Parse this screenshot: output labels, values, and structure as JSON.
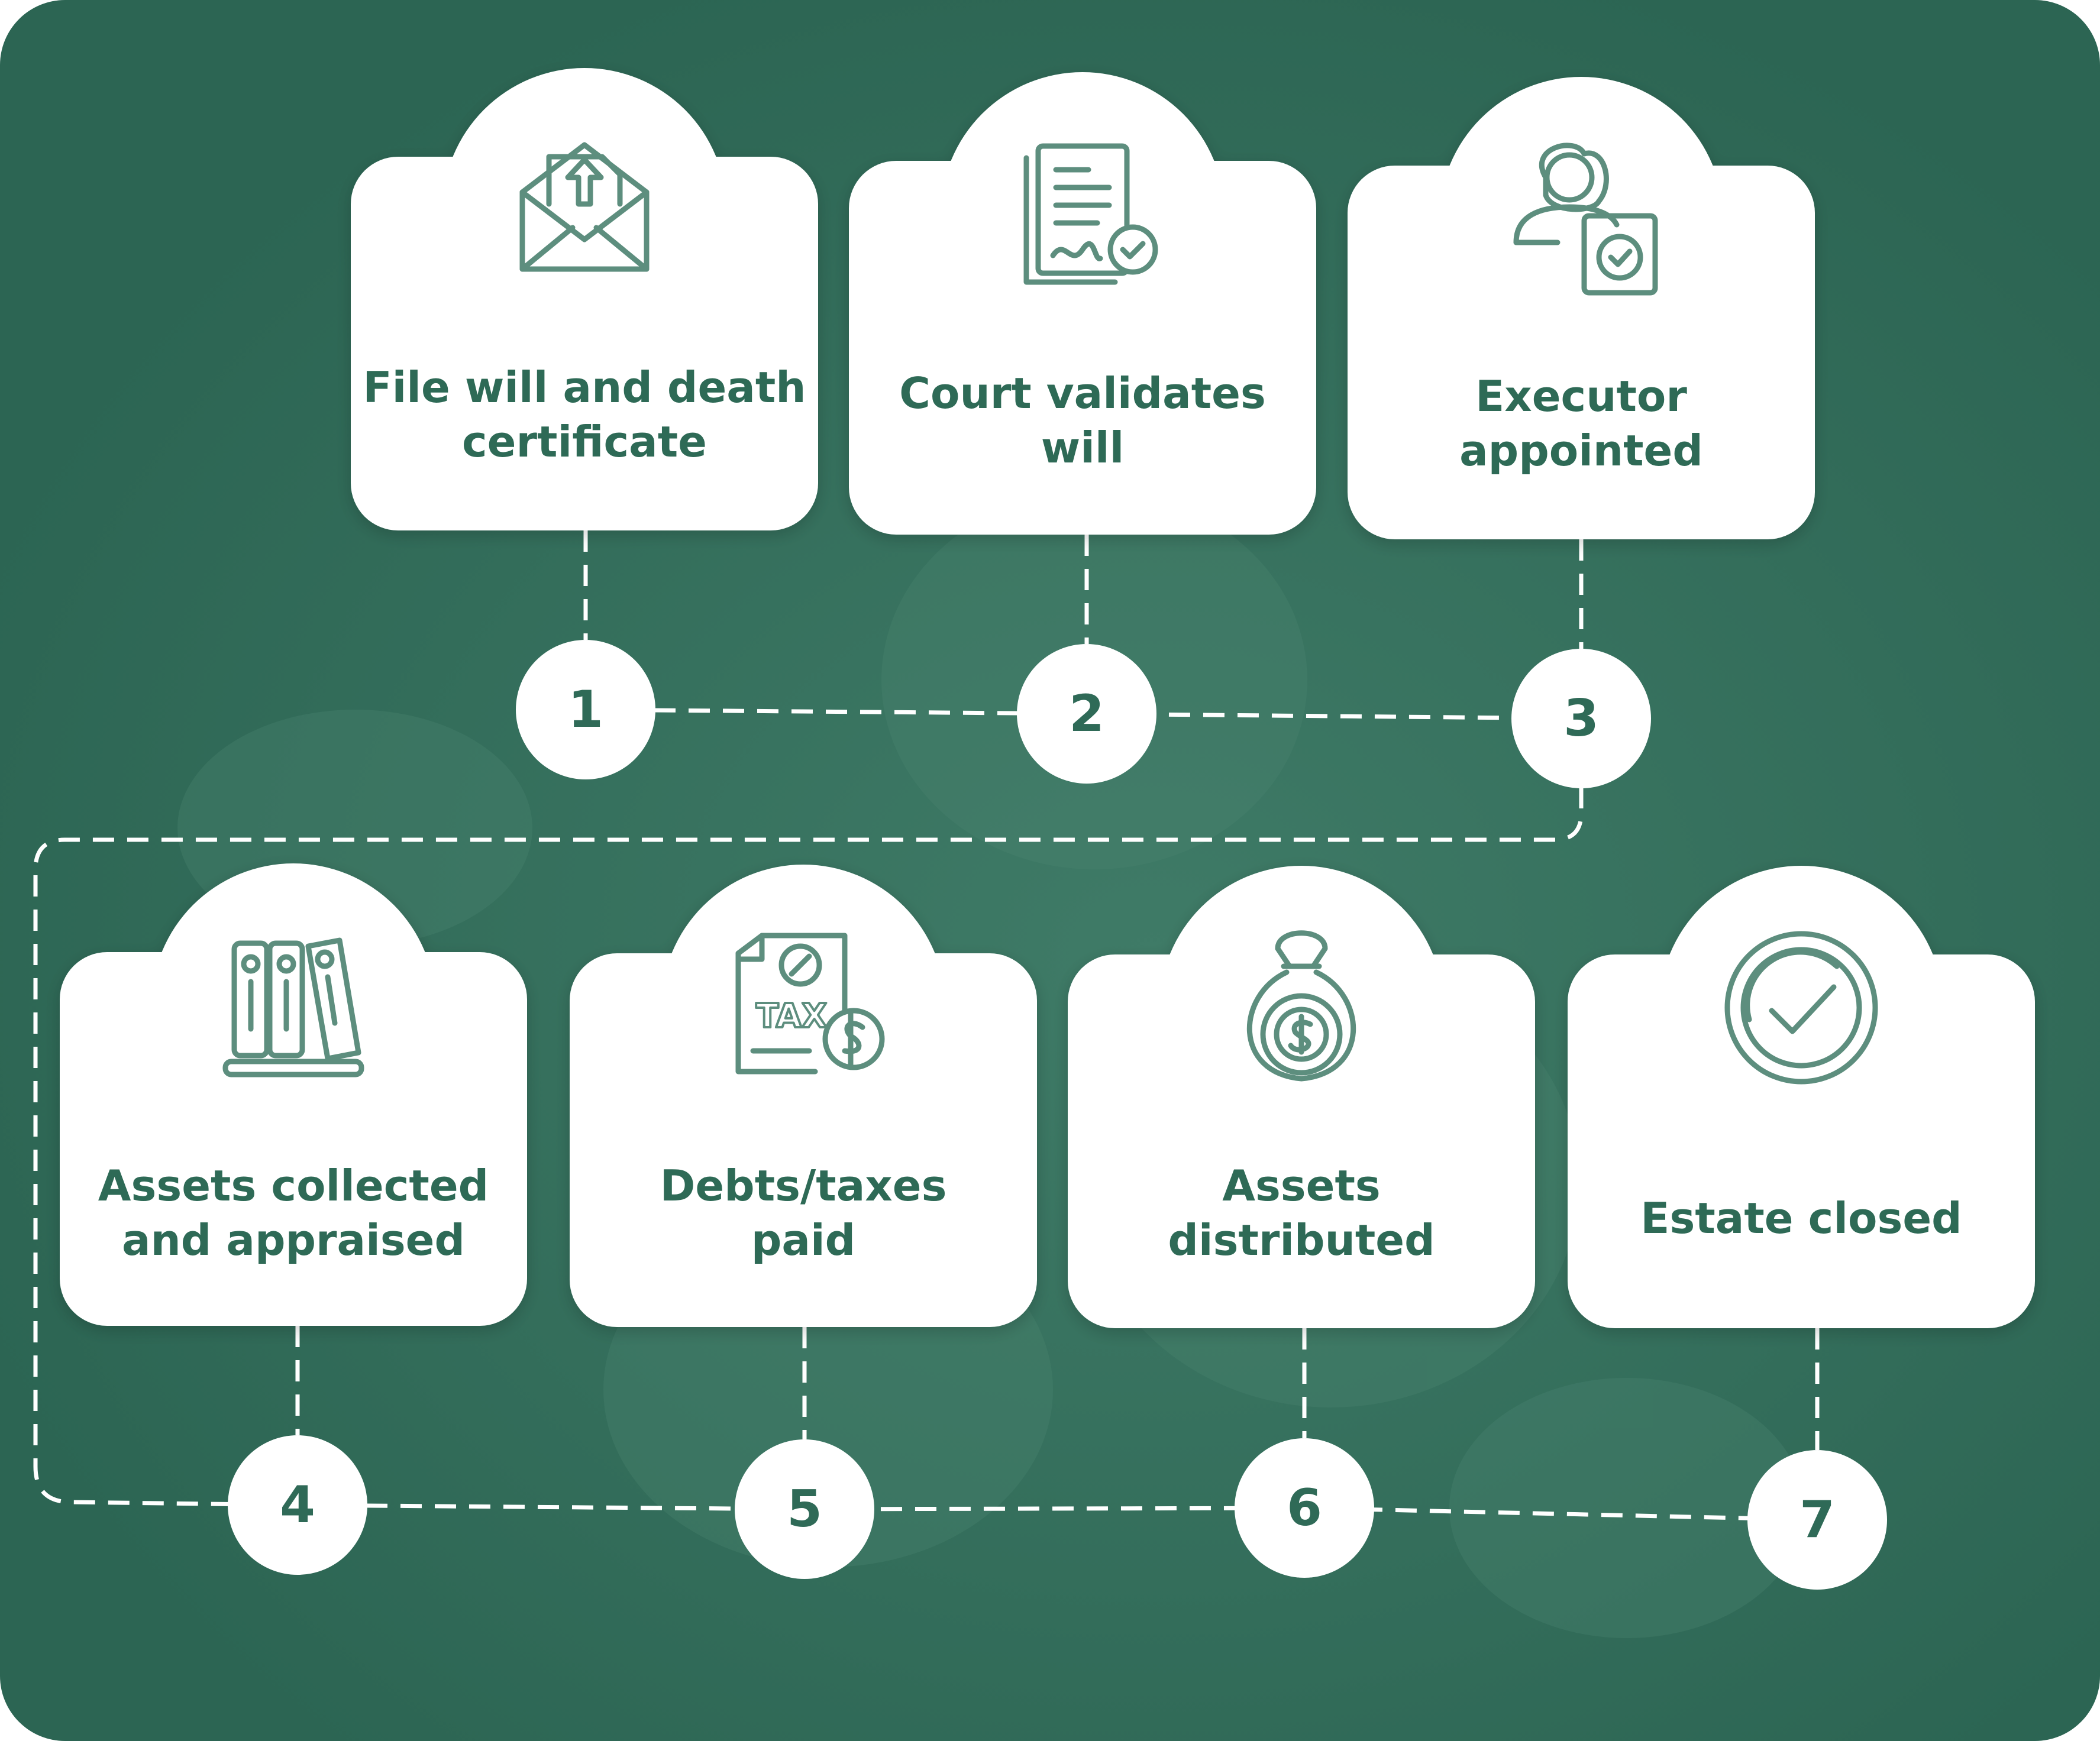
{
  "colors": {
    "background": "#2f6a57",
    "card": "#ffffff",
    "accent_text": "#2f6a57",
    "icon": "#5d8e7e",
    "connector": "#ffffff"
  },
  "steps": [
    {
      "number": "1",
      "label_lines": [
        "File will and death",
        "certificate"
      ],
      "icon": "envelope-upload-icon"
    },
    {
      "number": "2",
      "label_lines": [
        "Court validates",
        "will"
      ],
      "icon": "certified-document-icon"
    },
    {
      "number": "3",
      "label_lines": [
        "Executor",
        "appointed"
      ],
      "icon": "person-with-certificate-icon"
    },
    {
      "number": "4",
      "label_lines": [
        "Assets collected",
        "and appraised"
      ],
      "icon": "binders-on-shelf-icon"
    },
    {
      "number": "5",
      "label_lines": [
        "Debts/taxes",
        "paid"
      ],
      "icon": "tax-document-dollar-icon"
    },
    {
      "number": "6",
      "label_lines": [
        "Assets",
        "distributed"
      ],
      "icon": "money-bag-icon"
    },
    {
      "number": "7",
      "label_lines": [
        "Estate closed"
      ],
      "icon": "check-badge-icon"
    }
  ]
}
